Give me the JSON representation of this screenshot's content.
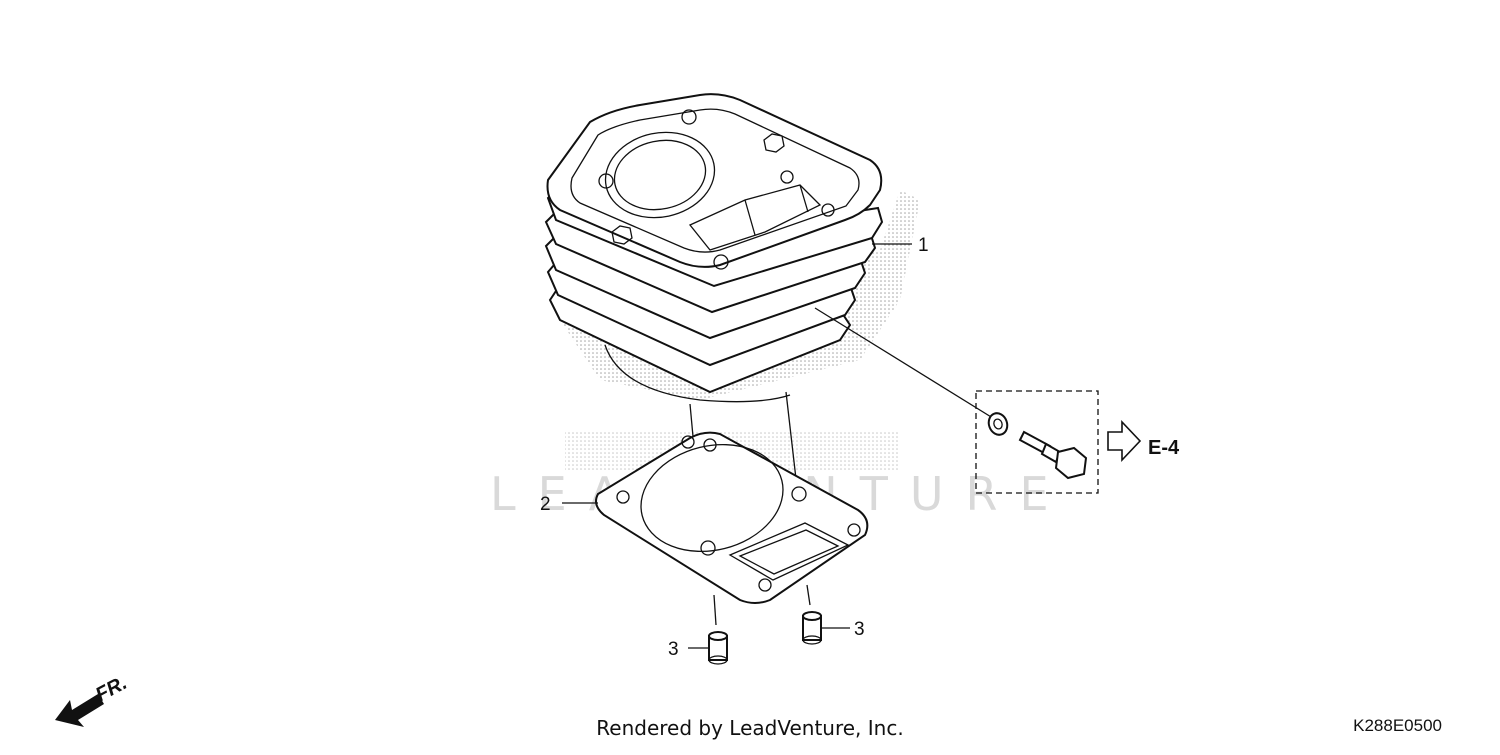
{
  "diagram": {
    "watermark": "LEADVENTURE",
    "callouts": {
      "cylinder": "1",
      "gasket": "2",
      "dowel_left": "3",
      "dowel_right": "3"
    },
    "reference": "E-4",
    "direction": "FR.",
    "diagram_code": "K288E0500"
  },
  "footer": {
    "credit": "Rendered by LeadVenture, Inc."
  },
  "icons": {
    "arrow_front": "arrow-left-down",
    "arrow_ref": "hollow-arrow-right"
  },
  "colors": {
    "line": "#111111",
    "shade": "#bdbdbd",
    "watermark": "#d9d9d9"
  }
}
